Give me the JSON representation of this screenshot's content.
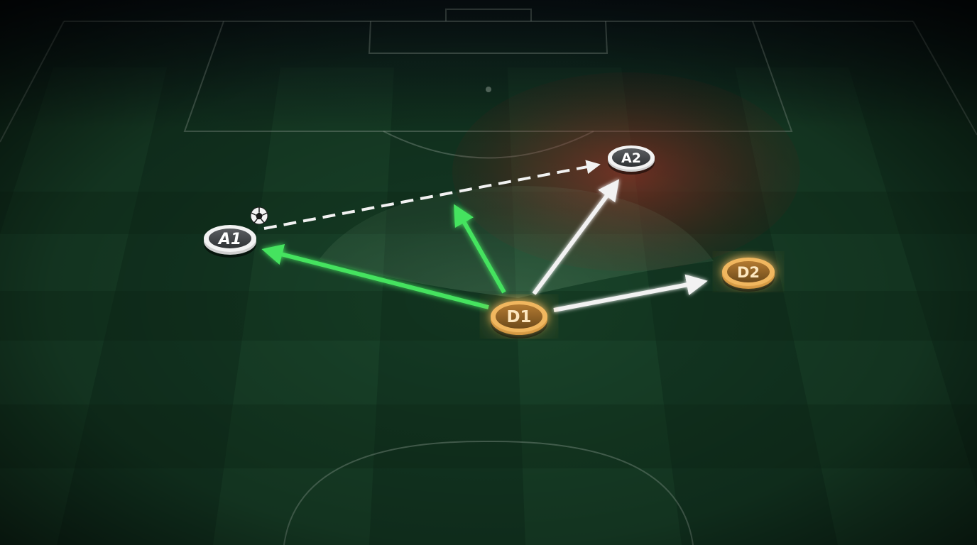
{
  "players": [
    {
      "id": "A1",
      "label": "A1",
      "team": "attack"
    },
    {
      "id": "A2",
      "label": "A2",
      "team": "attack"
    },
    {
      "id": "D1",
      "label": "D1",
      "team": "defense"
    },
    {
      "id": "D2",
      "label": "D2",
      "team": "defense"
    }
  ],
  "ball_holder": "A1",
  "arrows": [
    {
      "from": "A1",
      "to": "A2",
      "style": "dashed",
      "color": "white",
      "meaning": "pass"
    },
    {
      "from": "D1",
      "to": "A1",
      "style": "solid",
      "color": "green"
    },
    {
      "from": "D1",
      "to": "lane",
      "style": "solid",
      "color": "green"
    },
    {
      "from": "D1",
      "to": "A2",
      "style": "solid",
      "color": "white"
    },
    {
      "from": "D1",
      "to": "D2",
      "style": "solid",
      "color": "white"
    }
  ],
  "zones": [
    {
      "name": "danger-zone",
      "color": "red",
      "around": "A2"
    },
    {
      "name": "cover-zone",
      "color": "green",
      "around": "D1"
    }
  ],
  "colors": {
    "pitch_dark": "#0f2a1b",
    "pitch_light": "#1c4a2c",
    "line": "#c8d6cc",
    "attack_token": "#4a4d50",
    "attack_ring": "#f2f2f2",
    "defense_token": "#9a6a2c",
    "defense_ring": "#f0b35a",
    "green_arrow": "#3fe05a",
    "white_arrow": "#f4f4f4",
    "danger": "#d2332f"
  }
}
